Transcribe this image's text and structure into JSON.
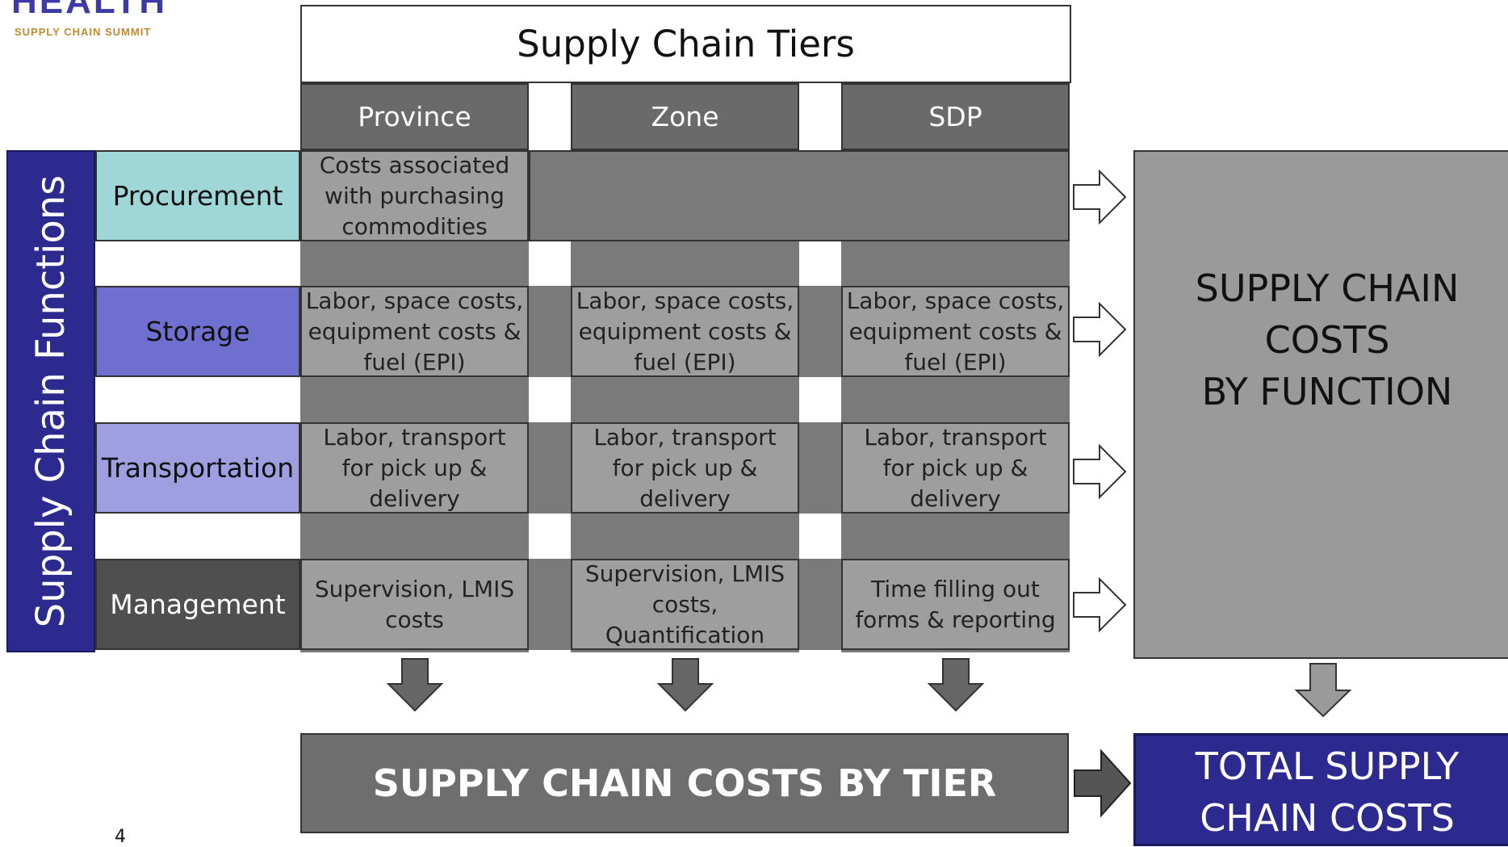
{
  "logo": {
    "title": "HEALTH",
    "subtitle": "SUPPLY CHAIN SUMMIT"
  },
  "title": "Supply Chain Tiers",
  "tiers": [
    "Province",
    "Zone",
    "SDP"
  ],
  "functions_label": "Supply Chain Functions",
  "functions": [
    {
      "name": "Procurement",
      "color": "#9fd6d8"
    },
    {
      "name": "Storage",
      "color": "#6f6fcf"
    },
    {
      "name": "Transportation",
      "color": "#9e9ee0"
    },
    {
      "name": "Management",
      "color": "#4f4f4f"
    }
  ],
  "cells": {
    "procurement": {
      "province": "Costs associated with purchasing commodities"
    },
    "storage": {
      "province": "Labor, space costs, equipment costs & fuel (EPI)",
      "zone": "Labor, space costs, equipment costs & fuel (EPI)",
      "sdp": "Labor, space costs, equipment costs & fuel (EPI)"
    },
    "transportation": {
      "province": "Labor, transport for pick up & delivery",
      "zone": "Labor, transport for pick up & delivery",
      "sdp": "Labor, transport for pick up & delivery"
    },
    "management": {
      "province": "Supervision, LMIS costs",
      "zone": "Supervision, LMIS costs, Quantification",
      "sdp": "Time filling out forms & reporting"
    }
  },
  "costs_by_function": {
    "line1": "SUPPLY CHAIN",
    "line2": "COSTS",
    "line3": "BY FUNCTION"
  },
  "costs_by_tier": "SUPPLY CHAIN COSTS BY TIER",
  "total": {
    "line1": "TOTAL  SUPPLY",
    "line2": "CHAIN COSTS"
  },
  "page_number": "4",
  "colors": {
    "navy": "#2d2a8f",
    "tier_header": "#6a6a6a",
    "cell": "#9e9e9e",
    "band": "#7a7a7a",
    "arrow_dark": "#666666"
  }
}
